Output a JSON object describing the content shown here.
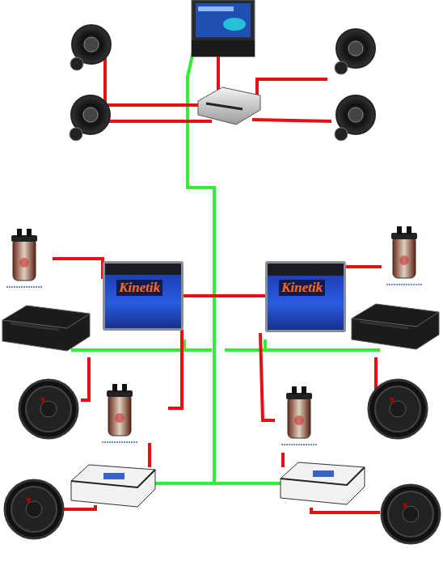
{
  "diagram": {
    "nodes": [
      {
        "text": [
          "Kinetik"
        ]
      },
      {
        "text": [
          "Kinetik"
        ]
      }
    ],
    "edges": [
      {
        "from": 0,
        "to": 1,
        "arrow": "none"
      }
    ]
  }
}
